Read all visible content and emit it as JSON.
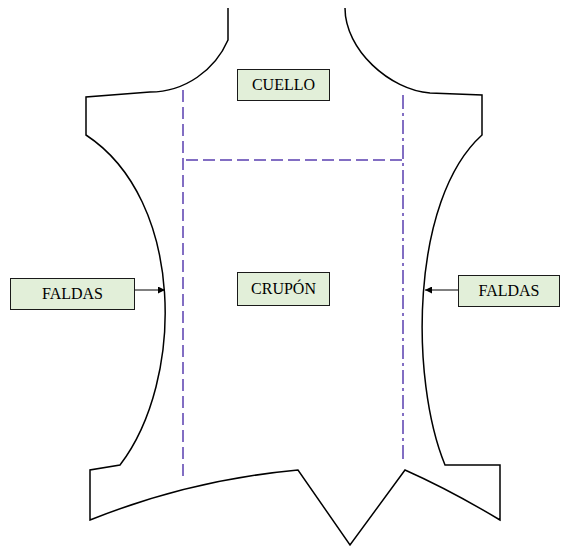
{
  "diagram": {
    "nodes": [
      {
        "text": [
          "CUELLO"
        ]
      },
      {
        "text": [
          "FALDAS"
        ]
      },
      {
        "text": [
          "CRUPÓN"
        ]
      },
      {
        "text": [
          "FALDAS"
        ]
      }
    ]
  }
}
